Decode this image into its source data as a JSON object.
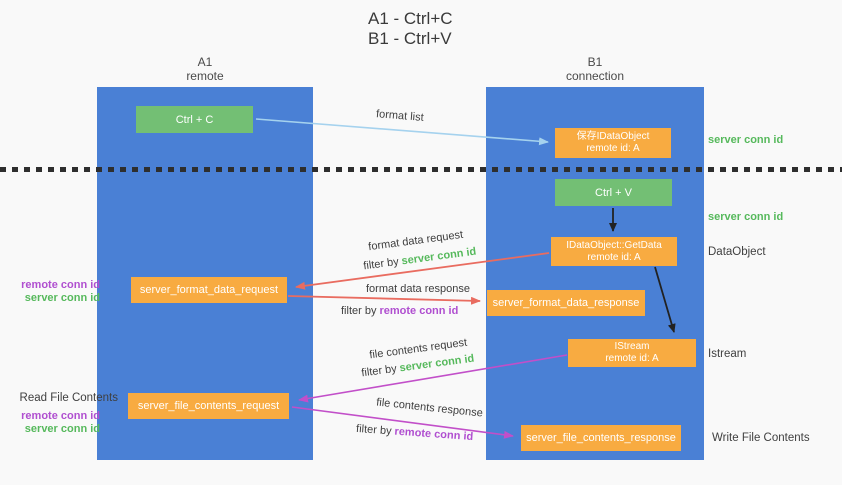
{
  "title": {
    "line1": "A1 - Ctrl+C",
    "line2": "B1 - Ctrl+V"
  },
  "lanes": {
    "a1": {
      "id": "A1",
      "subtitle": "remote"
    },
    "b1": {
      "id": "B1",
      "subtitle": "connection"
    }
  },
  "nodes": {
    "ctrl_c": {
      "label": "Ctrl + C"
    },
    "ctrl_v": {
      "label": "Ctrl + V"
    },
    "save_dataobject": {
      "line1": "保存IDataObject",
      "line2": "remote id: A"
    },
    "getdata": {
      "line1": "IDataObject::GetData",
      "line2": "remote id: A"
    },
    "istream": {
      "line1": "IStream",
      "line2": "remote id: A"
    },
    "format_request": {
      "label": "server_format_data_request"
    },
    "format_response": {
      "label": "server_format_data_response"
    },
    "file_request": {
      "label": "server_file_contents_request"
    },
    "file_response": {
      "label": "server_file_contents_response"
    }
  },
  "arrow_labels": {
    "format_list": "format list",
    "format_data_request": "format data request",
    "format_data_response": "format data response",
    "file_contents_request": "file contents request",
    "file_contents_response": "file contents response",
    "filter_by": "filter by"
  },
  "strings": {
    "server_conn_id": "server conn id",
    "remote_conn_id": "remote conn id"
  },
  "side_labels": {
    "dataobject": "DataObject",
    "istream": "Istream",
    "write_file_contents": "Write File Contents",
    "read_file_contents": "Read File Contents"
  },
  "colors": {
    "background": "#f9f9f9",
    "lane_blue": "#4a80d5",
    "node_green": "#73bf74",
    "node_orange": "#f8ab41",
    "arrow_lightblue": "#a5d2ee",
    "arrow_red": "#e96c60",
    "arrow_magenta": "#c24fc9",
    "arrow_black": "#222222",
    "text_green": "#56b95c",
    "text_purple": "#b04fd0",
    "text_dark": "#3f3f3f"
  }
}
